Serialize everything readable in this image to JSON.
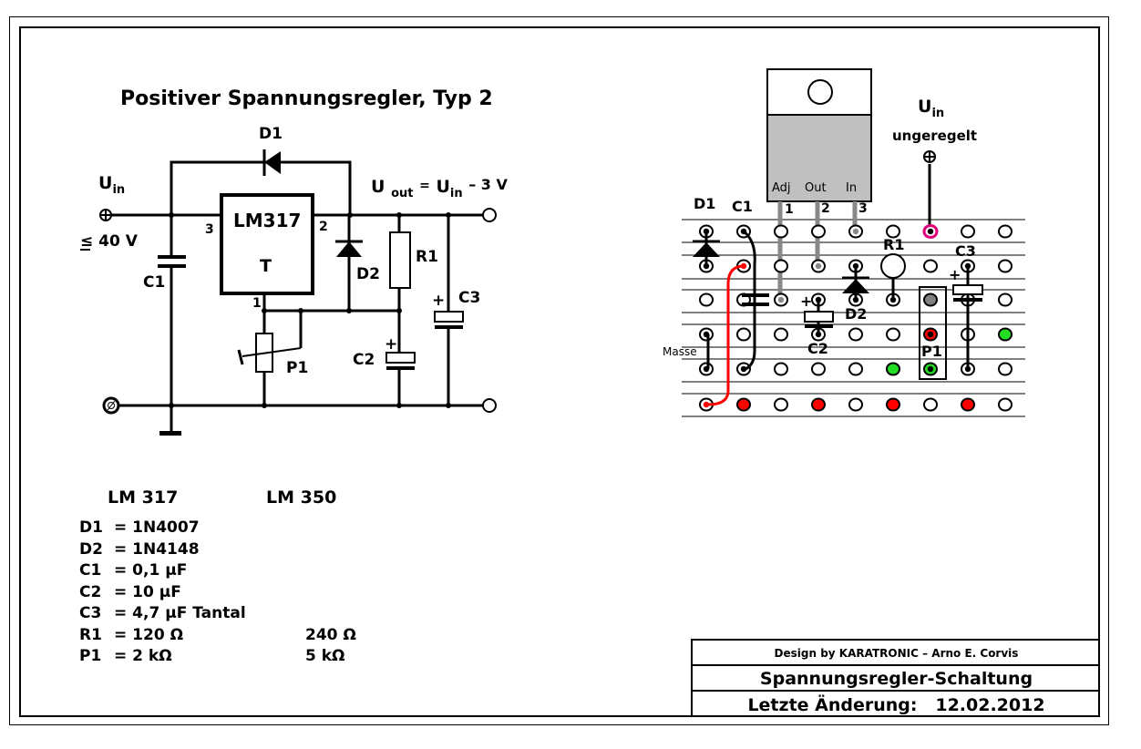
{
  "schematic": {
    "title": "Positiver Spannungsregler, Typ 2",
    "input_label": "U",
    "input_label_sub": "in",
    "input_max": "≤ 40 V",
    "output_formula_prefix": "U",
    "output_formula_sub": "out",
    "output_formula_eq": "=",
    "output_formula_u": "U",
    "output_formula_u_sub": "in",
    "output_formula_rest": "– 3 V",
    "ic_name": "LM317",
    "ic_package": "T",
    "pin_in": "3",
    "pin_out": "2",
    "pin_adj": "1",
    "components": {
      "d1": "D1",
      "d2": "D2",
      "c1": "C1",
      "c2": "C2",
      "c3": "C3",
      "r1": "R1",
      "p1": "P1"
    },
    "plus_sign": "+"
  },
  "parts_list": {
    "col1_header": "LM 317",
    "col2_header": "LM 350",
    "rows": [
      {
        "ref": "D1",
        "val_lm317": "= 1N4007",
        "val_lm350": ""
      },
      {
        "ref": "D2",
        "val_lm317": "= 1N4148",
        "val_lm350": ""
      },
      {
        "ref": "C1",
        "val_lm317": "= 0,1  µF",
        "val_lm350": ""
      },
      {
        "ref": "C2",
        "val_lm317": "= 10   µF",
        "val_lm350": ""
      },
      {
        "ref": "C3",
        "val_lm317": "=  4,7 µF Tantal",
        "val_lm350": ""
      },
      {
        "ref": "R1",
        "val_lm317": "= 120 Ω",
        "val_lm350": "240 Ω"
      },
      {
        "ref": "P1",
        "val_lm317": "= 2 kΩ",
        "val_lm350": "5 kΩ"
      }
    ]
  },
  "breadboard": {
    "chip_pins": [
      {
        "name": "Adj",
        "number": "1"
      },
      {
        "name": "Out",
        "number": "2"
      },
      {
        "name": "In",
        "number": "3"
      }
    ],
    "input_label": "U",
    "input_label_sub": "in",
    "input_note": "ungeregelt",
    "ground_label": "Masse",
    "labels": {
      "d1": "D1",
      "c1": "C1",
      "r1": "R1",
      "c3": "C3",
      "d2": "D2",
      "c2": "C2",
      "p1": "P1"
    },
    "colors": {
      "wire_red": "#ff0000",
      "lead_grey": "#888888",
      "chip_body": "#c0c0c0",
      "hole_magenta": "#e0007a",
      "hole_red": "#ff0000",
      "hole_green": "#22dd22",
      "hole_grey": "#808080"
    }
  },
  "title_block": {
    "designer": "Design by KARATRONIC  – Arno E. Corvis",
    "drawing_title": "Spannungsregler-Schaltung",
    "last_change_label": "Letzte Änderung:",
    "last_change_date": "12.02.2012"
  }
}
